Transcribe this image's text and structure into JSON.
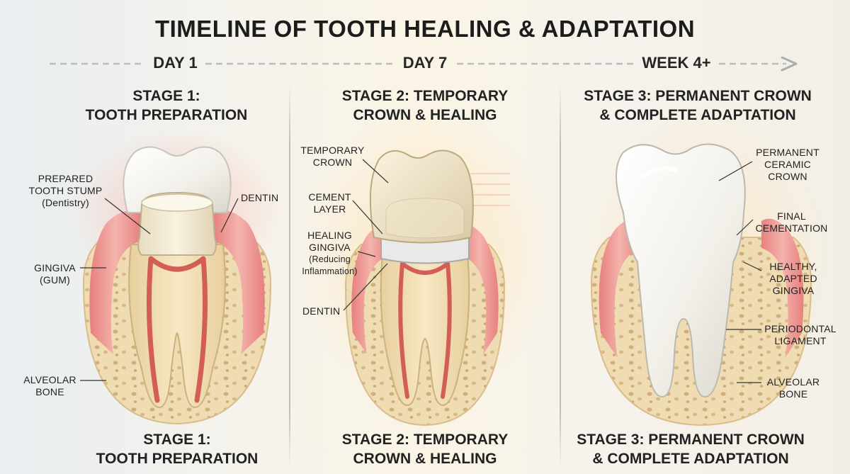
{
  "title": "TIMELINE OF TOOTH HEALING & ADAPTATION",
  "timeline": {
    "day1": "DAY 1",
    "day7": "DAY 7",
    "week4": "WEEK 4+"
  },
  "stages": [
    {
      "heading_line1": "STAGE 1:",
      "heading_line2": "TOOTH PREPARATION",
      "footer_line1": "STAGE 1:",
      "footer_line2": "TOOTH PREPARATION",
      "labels": {
        "stump_l1": "PREPARED",
        "stump_l2": "TOOTH STUMP",
        "stump_l3": "(Dentistry)",
        "dentin": "DENTIN",
        "gingiva_l1": "GINGIVA",
        "gingiva_l2": "(GUM)",
        "bone_l1": "ALVEOLAR",
        "bone_l2": "BONE"
      }
    },
    {
      "heading_line1": "STAGE 2: TEMPORARY",
      "heading_line2": "CROWN & HEALING",
      "footer_line1": "STAGE 2: TEMPORARY",
      "footer_line2": "CROWN & HEALING",
      "labels": {
        "temp_l1": "TEMPORARY",
        "temp_l2": "CROWN",
        "cement_l1": "CEMENT",
        "cement_l2": "LAYER",
        "healing_l1": "HEALING",
        "healing_l2": "GINGIVA",
        "healing_l3": "(Reducing",
        "healing_l4": "Inflammation)",
        "dentin": "DENTIN"
      }
    },
    {
      "heading_line1": "STAGE 3: PERMANENT CROWN",
      "heading_line2": "& COMPLETE ADAPTATION",
      "footer_line1": "STAGE 3: PERMANENT CROWN",
      "footer_line2": "& COMPLETE ADAPTATION",
      "labels": {
        "perm_l1": "PERMANENT",
        "perm_l2": "CERAMIC",
        "perm_l3": "CROWN",
        "final_l1": "FINAL",
        "final_l2": "CEMENTATION",
        "healthy_l1": "HEALTHY,",
        "healthy_l2": "ADAPTED",
        "healthy_l3": "GINGIVA",
        "perio_l1": "PERIODONTAL",
        "perio_l2": "LIGAMENT",
        "bone_l1": "ALVEOLAR",
        "bone_l2": "BONE"
      }
    }
  ],
  "colors": {
    "gum": "#e98a8a",
    "bone": "#edd6a8",
    "dentin": "#f1dcae",
    "pulp": "#d9615a",
    "enamel": "#f7f6f1"
  }
}
